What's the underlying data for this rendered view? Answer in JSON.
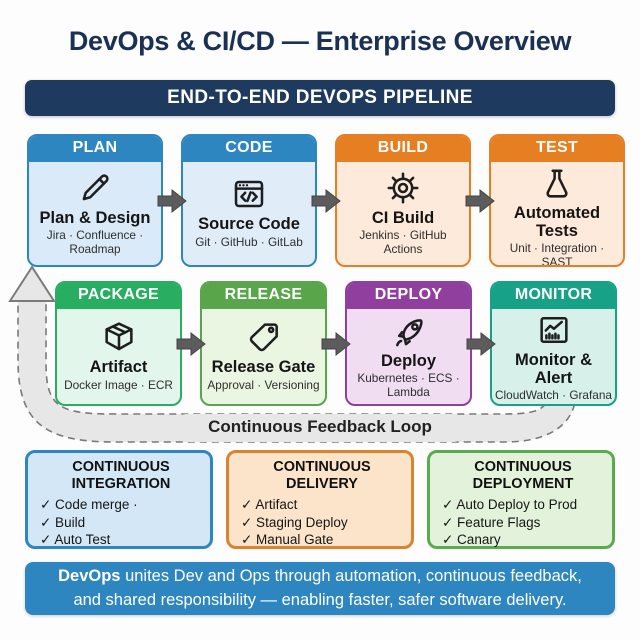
{
  "title": "DevOps & CI/CD — Enterprise Overview",
  "banner": "END-TO-END DEVOPS PIPELINE",
  "colors": {
    "navy": "#1e3a5f",
    "footer_blue": "#2e86c1",
    "loop_fill": "#e7e7e7",
    "loop_edge": "#7a7a7a",
    "arrow_gray": "#5c5c5c"
  },
  "pipeline": {
    "rows": [
      {
        "stages": [
          {
            "stage": "PLAN",
            "name": "Plan & Design",
            "tools": "Jira · Confluence · Roadmap",
            "icon": "pencil-icon",
            "color": "#2e86c1",
            "tint": "#dbeaf8"
          },
          {
            "stage": "CODE",
            "name": "Source Code",
            "tools": "Git · GitHub · GitLab",
            "icon": "code-window-icon",
            "color": "#2e86c1",
            "tint": "#e0edf9"
          },
          {
            "stage": "BUILD",
            "name": "CI Build",
            "tools": "Jenkins · GitHub Actions",
            "icon": "gear-icon",
            "color": "#e67e22",
            "tint": "#fdeada"
          },
          {
            "stage": "TEST",
            "name": "Automated Tests",
            "tools": "Unit · Integration · SAST",
            "icon": "flask-icon",
            "color": "#e67e22",
            "tint": "#fdeada"
          }
        ]
      },
      {
        "stages": [
          {
            "stage": "PACKAGE",
            "name": "Artifact",
            "tools": "Docker Image · ECR",
            "icon": "package-box-icon",
            "color": "#27ae60",
            "tint": "#e3f6ec"
          },
          {
            "stage": "RELEASE",
            "name": "Release Gate",
            "tools": "Approval · Versioning",
            "icon": "tag-icon",
            "color": "#58a54a",
            "tint": "#eaf5e2"
          },
          {
            "stage": "DEPLOY",
            "name": "Deploy",
            "tools": "Kubernetes · ECS · Lambda",
            "icon": "rocket-icon",
            "color": "#903f9e",
            "tint": "#f0ddf2"
          },
          {
            "stage": "MONITOR",
            "name": "Monitor & Alert",
            "tools": "CloudWatch · Grafana · PagerDuty",
            "icon": "chart-icon",
            "color": "#17a287",
            "tint": "#d7f1ea"
          }
        ]
      }
    ]
  },
  "feedback_label": "Continuous Feedback Loop",
  "practices": [
    {
      "title": "CONTINUOUS INTEGRATION",
      "items": [
        "✓ Code merge ·",
        "✓ Build",
        "✓ Auto Test"
      ],
      "color": "#2e86c1",
      "tint": "#d3e7f7"
    },
    {
      "title": "CONTINUOUS DELIVERY",
      "items": [
        "✓ Artifact",
        "✓ Staging Deploy",
        "✓ Manual Gate"
      ],
      "color": "#d9842e",
      "tint": "#fbe4ca"
    },
    {
      "title": "CONTINUOUS DEPLOYMENT",
      "items": [
        "✓ Auto Deploy to Prod",
        "✓ Feature Flags",
        "✓ Canary"
      ],
      "color": "#5aab4f",
      "tint": "#e3f2da"
    }
  ],
  "footer": {
    "bold": "DevOps",
    "text": " unites Dev and Ops through automation, continuous feedback, and shared responsibility — enabling faster, safer software delivery."
  }
}
